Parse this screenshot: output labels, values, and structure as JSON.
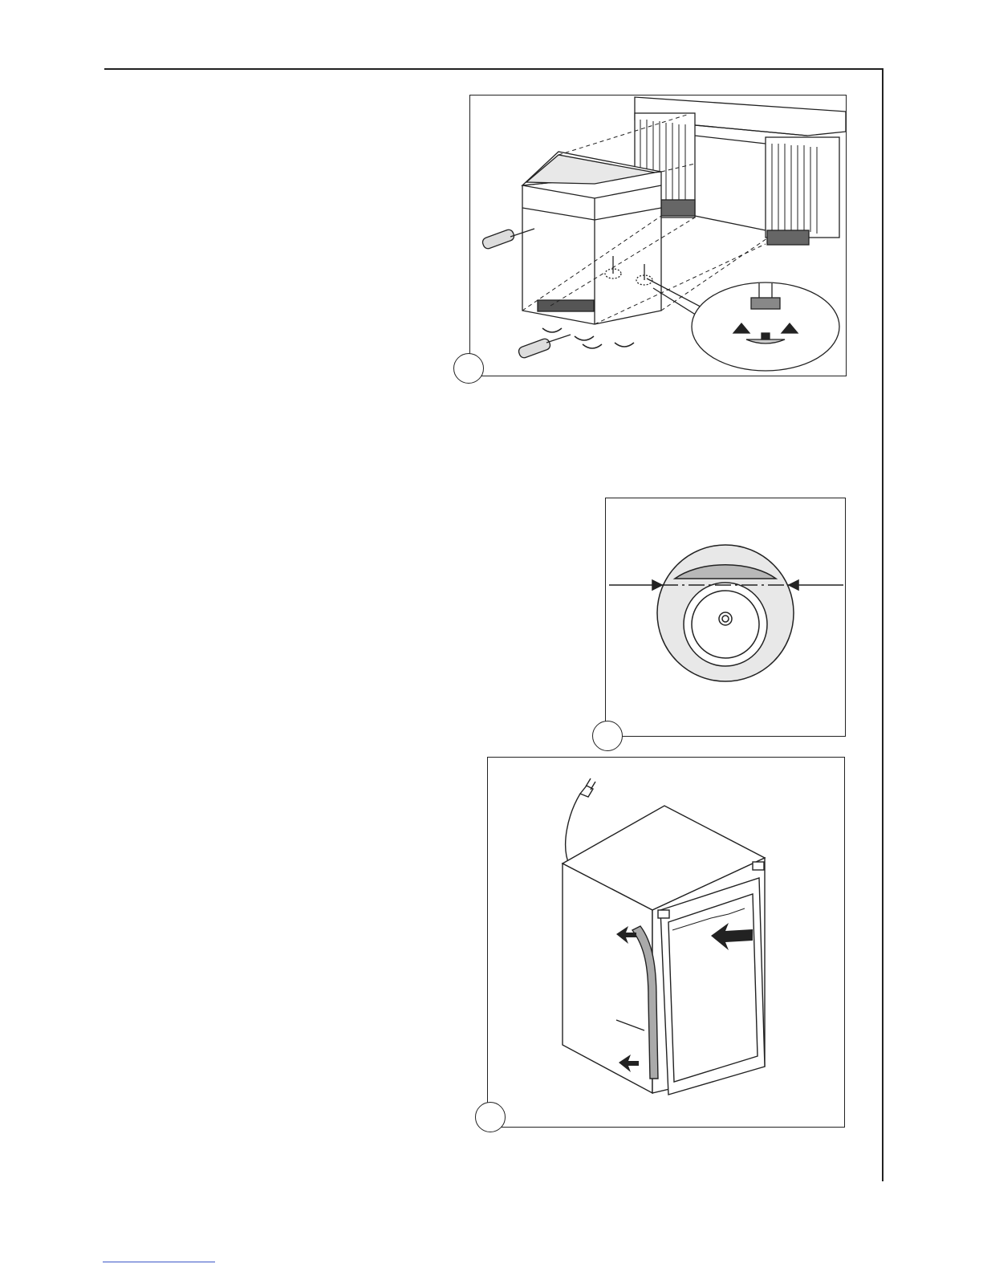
{
  "page": {
    "figures": [
      {
        "id": "fig-1",
        "number": "",
        "content": "dishwasher-installation-leveling-feet-illustration"
      },
      {
        "id": "fig-2",
        "number": "",
        "content": "adjustment-dial-alignment-illustration"
      },
      {
        "id": "fig-3",
        "number": "",
        "content": "appliance-side-seal-strip-illustration"
      }
    ]
  }
}
